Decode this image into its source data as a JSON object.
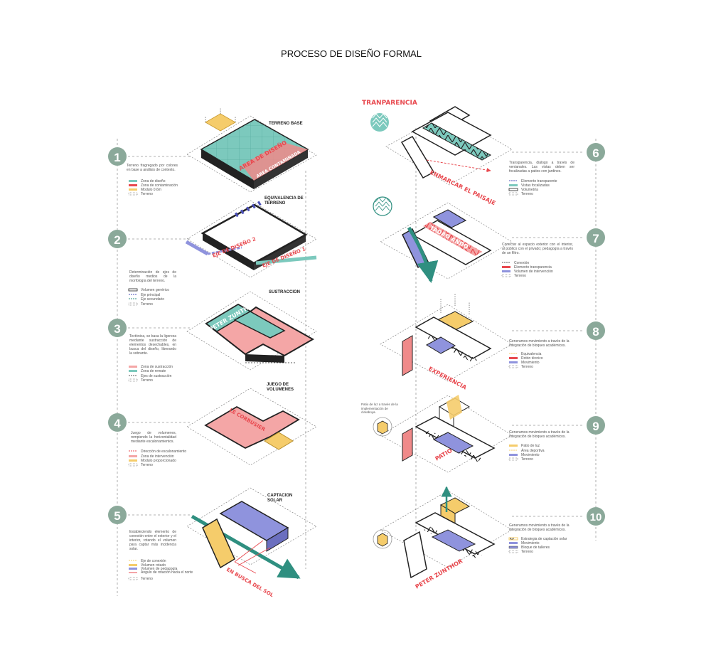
{
  "title": "PROCESO DE DISEÑO FORMAL",
  "colors": {
    "teal": "#7cc9bd",
    "red": "#e8494f",
    "pink": "#f4a6a6",
    "yellow": "#f5cc6b",
    "blue": "#8f93dd",
    "dark": "#222222",
    "circle": "#8ba99a"
  },
  "steps": [
    {
      "number": "1",
      "heading": "TERRENO BASE",
      "description": "Terreno fragregado por colores en base a análisis de contexto.",
      "legend": [
        "Zona de diseño",
        "Zona de contaminación",
        "Modulo 0.6m",
        "Terreno"
      ],
      "labels": [
        "AREA DE DISEÑO",
        "AREA CONTAMINADA"
      ]
    },
    {
      "number": "2",
      "heading": "EQUIVALENCIA DE TERRENO",
      "description": "Determinación de ejes de diseño medios de la morfología del terreno.",
      "legend": [
        "Volumen genérico",
        "Eje principal",
        "Eje secundario",
        "Terreno"
      ],
      "labels": [
        "EJE DE DISEÑO 2",
        "EJE DE DISEÑO 1"
      ]
    },
    {
      "number": "3",
      "heading": "SUSTRACCION",
      "description": "Tectónica, se basa la ligereza mediante sustracción de elementos desechables, en busca del diseño, liberando la sobrante.",
      "legend": [
        "Zona de sustracción",
        "Zona de remate",
        "Ejes de sustracción",
        "Terreno"
      ],
      "labels": [
        "PETER ZUNTHOR"
      ]
    },
    {
      "number": "4",
      "heading": "JUEGO DE VOLUMENES",
      "description": "Juego de volumenes, rompiendo la horizontalidad mediante escalonamientos.",
      "legend": [
        "Dirección de escalonamiento",
        "Zona de intervención",
        "Modulo proporcionado",
        "Terreno"
      ],
      "labels": [
        "LE CORBUSIER"
      ]
    },
    {
      "number": "5",
      "heading": "CAPTACION SOLAR",
      "description": "Estableciendo elemento de conexión entre el exterior y el interior, rotando el volumen para captar más incidencia solar.",
      "legend": [
        "Eje de conexión",
        "Volumen rotado",
        "Volumen de pedagogía",
        "Angulo de rotación hacia el norte",
        "Terreno"
      ],
      "labels": [
        "EN BUSCA DEL SOL"
      ]
    },
    {
      "number": "6",
      "heading": "TRANPARENCIA",
      "description": "Transparencia, diálogo a través de ventanales. Las vistas deben ser focalizadas a patios con jardines.",
      "legend": [
        "Elemento transparente",
        "Vistas focalizadas",
        "Volumetría",
        "Terreno"
      ],
      "labels": [
        "ENMARCAR EL PAISAJE"
      ]
    },
    {
      "number": "7",
      "heading": "",
      "description": "Conectar al espacio exterior con el interior, al público con el privado; pedagogía a través de un filtro.",
      "legend": [
        "Conexión",
        "Elemento transparencia",
        "Volumen de intervención",
        "Terreno"
      ],
      "labels": [
        "TADAO ANDO"
      ]
    },
    {
      "number": "8",
      "heading": "",
      "description": "Generamos movimiento a través de la integración de bloques académicos.",
      "legend": [
        "Equivalencia",
        "Rotón técnico",
        "Movimiento",
        "Terreno"
      ],
      "labels": [
        "EXPERIENCIA"
      ]
    },
    {
      "number": "9",
      "heading": "",
      "description": "Generamos movimiento a través de la integración de bloques académicos.",
      "legend": [
        "Patio de luz",
        "Área deportiva",
        "Movimiento",
        "Terreno"
      ],
      "labels": [
        "PATIO"
      ],
      "side_note": "Patio de luz a través de la implementación de claraboya."
    },
    {
      "number": "10",
      "heading": "",
      "description": "Generamos movimiento a través de la integración de bloques académicos.",
      "legend": [
        "Estrategia de captación solar",
        "Movimiento",
        "Bloque de talleres",
        "Terreno"
      ],
      "labels": [
        "PETER ZUNTHOR"
      ]
    }
  ]
}
